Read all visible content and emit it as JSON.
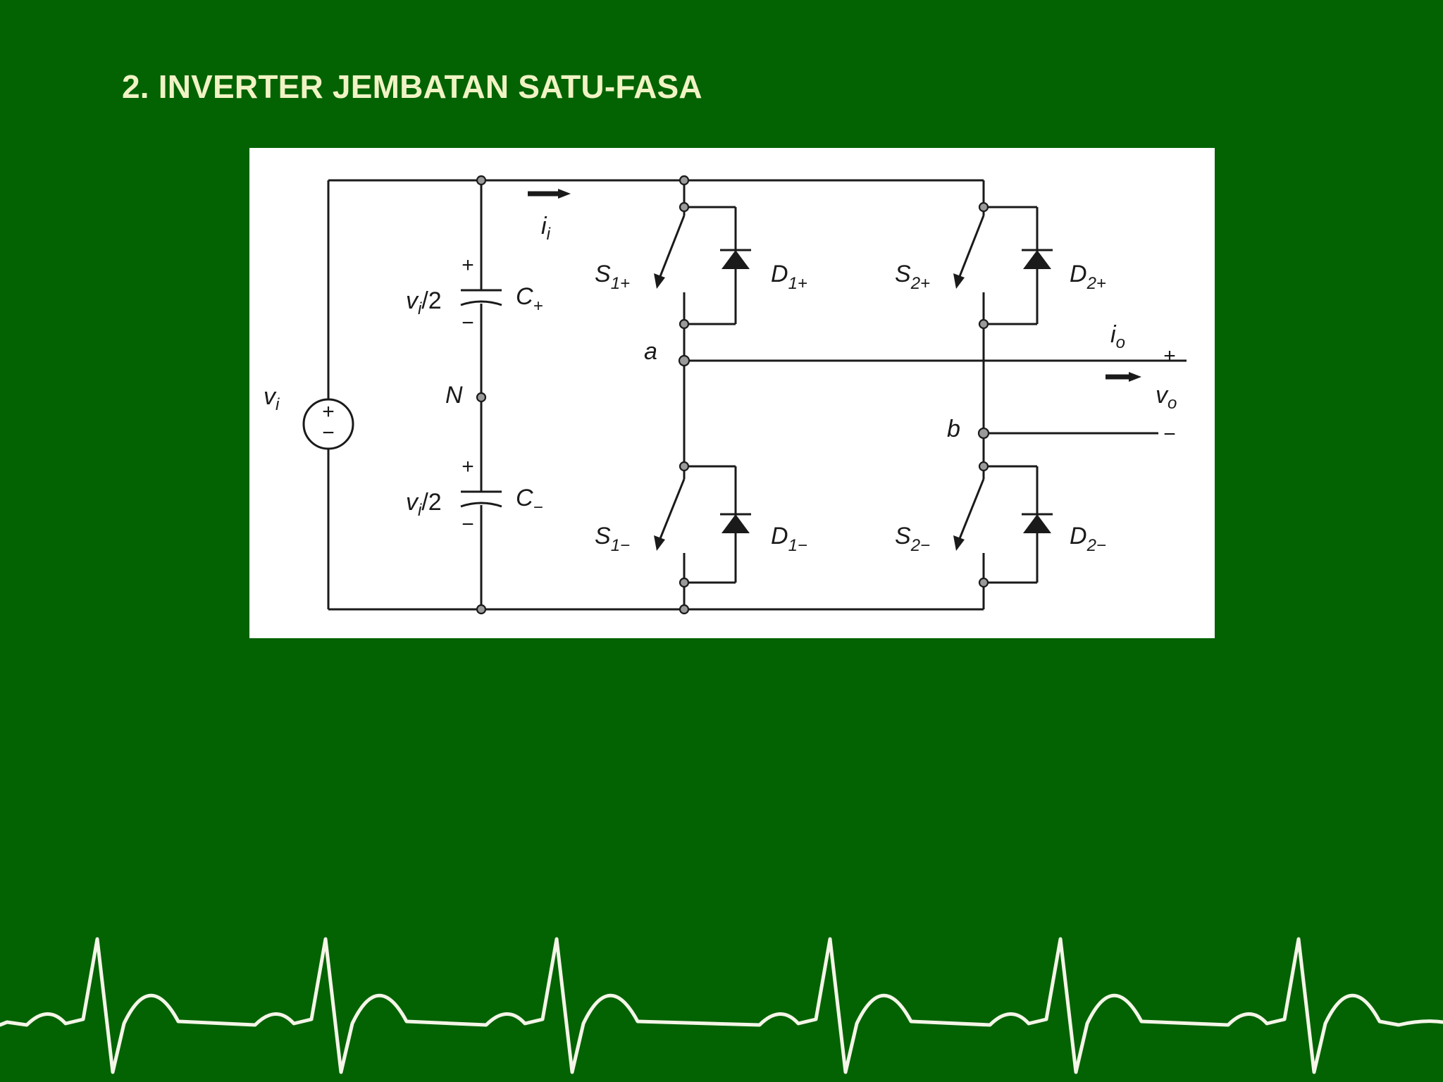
{
  "slide": {
    "title": "2. INVERTER JEMBATAN SATU-FASA"
  },
  "colors": {
    "background": "#036303",
    "title": "#f1f3c4",
    "ecg_line": "#f5f5e8",
    "diagram_bg": "#ffffff",
    "ink": "#1a1a1a"
  },
  "circuit": {
    "source": {
      "symbol": "v",
      "sub": "i",
      "plus": "+",
      "minus": "−"
    },
    "input_current": {
      "symbol": "i",
      "sub": "i"
    },
    "neutral": "N",
    "capacitors": [
      {
        "voltage": "v",
        "voltage_sub": "i",
        "voltage_suffix": "/2",
        "name": "C",
        "name_sub": "+",
        "plus": "+",
        "minus": "−"
      },
      {
        "voltage": "v",
        "voltage_sub": "i",
        "voltage_suffix": "/2",
        "name": "C",
        "name_sub": "−",
        "plus": "+",
        "minus": "−"
      }
    ],
    "switches": [
      {
        "name": "S",
        "sub": "1+",
        "diode": "D",
        "diode_sub": "1+"
      },
      {
        "name": "S",
        "sub": "2+",
        "diode": "D",
        "diode_sub": "2+"
      },
      {
        "name": "S",
        "sub": "1−",
        "diode": "D",
        "diode_sub": "1−"
      },
      {
        "name": "S",
        "sub": "2−",
        "diode": "D",
        "diode_sub": "2−"
      }
    ],
    "node_a": "a",
    "node_b": "b",
    "output_current": {
      "symbol": "i",
      "sub": "o"
    },
    "output_voltage": {
      "symbol": "v",
      "sub": "o",
      "plus": "+",
      "minus": "−"
    }
  }
}
